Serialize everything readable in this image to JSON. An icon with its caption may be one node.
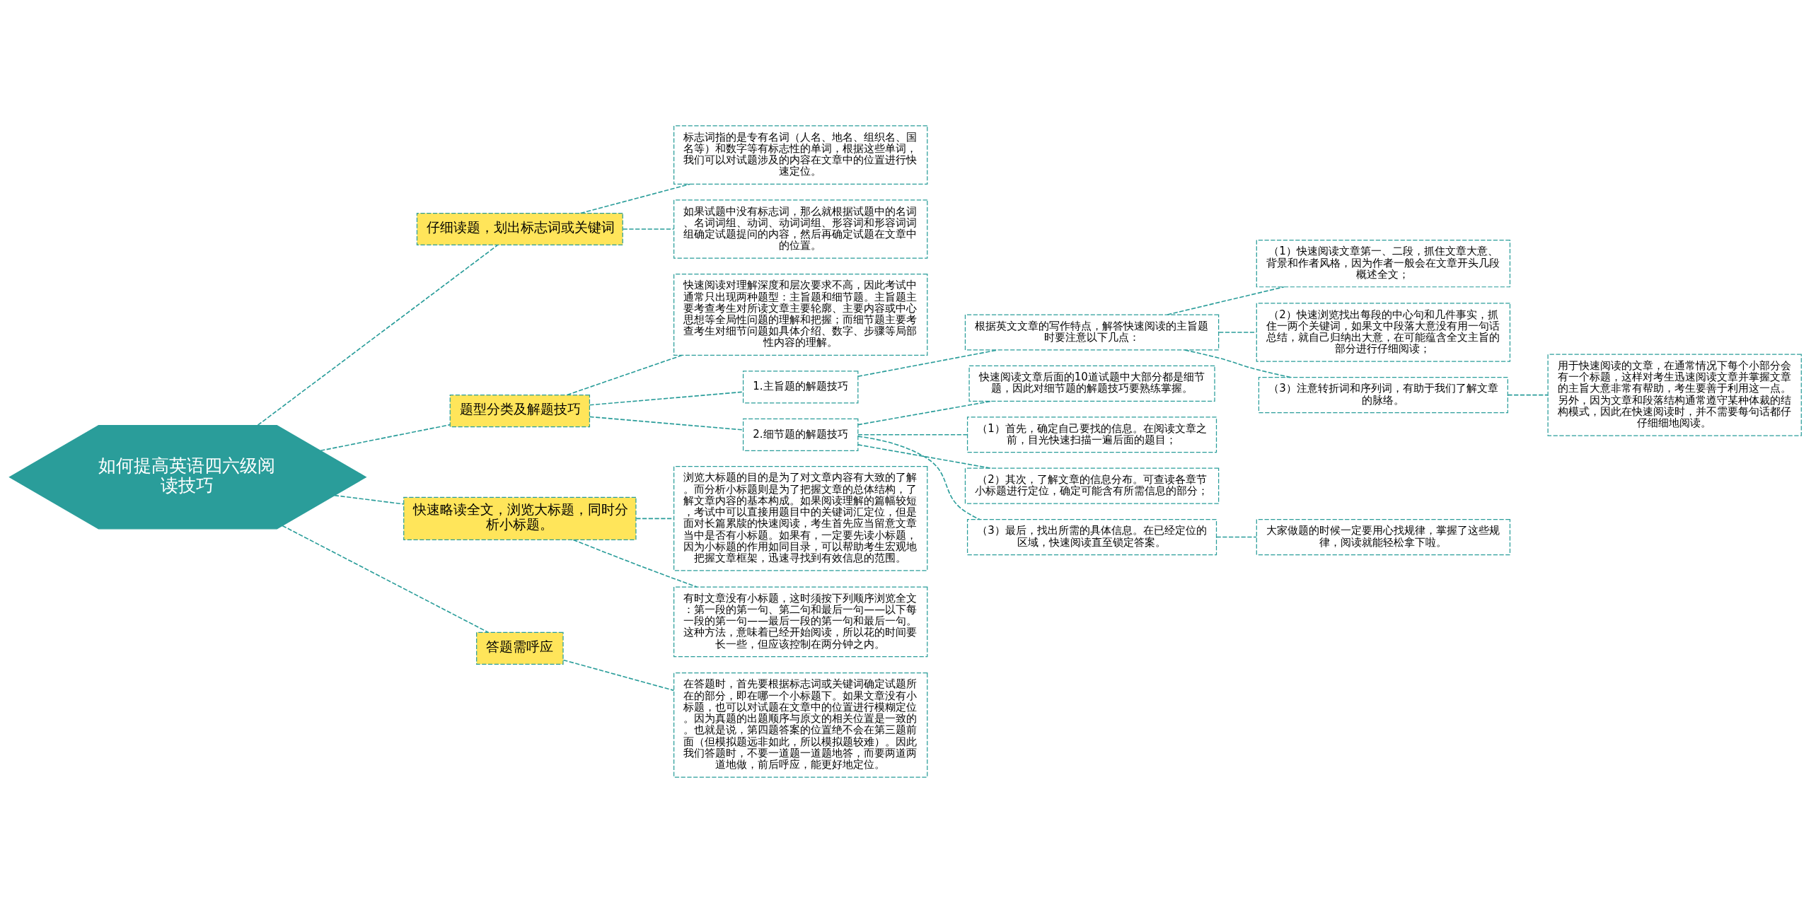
{
  "diagram": {
    "nodes": [
      {
        "text": [
          "如何提高英语四六级阅读技巧"
        ]
      },
      {
        "text": [
          "仔细读题，划出标志词或关键词"
        ]
      },
      {
        "text": [
          "标志词指的是专有名词（人名、地名、组织名、国名等）和数字等有标志性的单词，根据这些单词，我们可以对试题涉及的内容在文章中的位置进行快速定位。"
        ]
      },
      {
        "text": [
          "如果试题中没有标志词，那么就根据试题中的名词、名词词组、动词、动词词组、形容词和形容词词组确定试题提问的内容，然后再确定试题在文章中的位置。"
        ]
      },
      {
        "text": [
          "题型分类及解题技巧"
        ]
      },
      {
        "text": [
          "快速阅读对理解深度和层次要求不高，因此考试中通常只出现两种题型：主旨题和细节题。主旨题主要考查考生对所读文章主要轮廓、主要内容或中心思想等全局性问题的理解和把握；而细节题主要考查考生对细节问题如具体介绍、数字、步骤等局部性内容的理解。"
        ]
      },
      {
        "text": [
          "1.主旨题的解题技巧"
        ]
      },
      {
        "text": [
          "根据英文文章的写作特点，解答快速阅读的主旨题时要注意以下几点："
        ]
      },
      {
        "text": [
          "（1）快速阅读文章第一、二段，抓住文章大意、背景和作者风格，因为作者一般会在文章开头几段概述全文；"
        ]
      },
      {
        "text": [
          "（2）快速浏览找出每段的中心句和几件事实，抓住一两个关键词，如果文中段落大意没有用一句话总结，就自己归纳出大意，在可能蕴含全文主旨的部分进行仔细阅读；"
        ]
      },
      {
        "text": [
          "（3）注意转折词和序列词，有助于我们了解文章的脉络。"
        ]
      },
      {
        "text": [
          "用于快速阅读的文章，在通常情况下每个小部分会有一个标题，这样对考生迅速阅读文章并掌握文章的主旨大意非常有帮助，考生要善于利用这一点。另外，因为文章和段落结构通常遵守某种体裁的结构模式，因此在快速阅读时，并不需要每句话都仔仔细细地阅读。"
        ]
      },
      {
        "text": [
          "2.细节题的解题技巧"
        ]
      },
      {
        "text": [
          "快速阅读文章后面的10道试题中大部分都是细节题，因此对细节题的解题技巧要熟练掌握。"
        ]
      },
      {
        "text": [
          "（1）首先，确定自己要找的信息。在阅读文章之前，目光快速扫描一遍后面的题目；"
        ]
      },
      {
        "text": [
          "（2）其次，了解文章的信息分布。可查读各章节小标题进行定位，确定可能含有所需信息的部分；"
        ]
      },
      {
        "text": [
          "（3）最后，找出所需的具体信息。在已经定位的区域，快速阅读直至锁定答案。"
        ]
      },
      {
        "text": [
          "大家做题的时候一定要用心找规律，掌握了这些规律，阅读就能轻松拿下啦。"
        ]
      },
      {
        "text": [
          "快速略读全文，浏览大标题，同时分析小标题。"
        ]
      },
      {
        "text": [
          "浏览大标题的目的是为了对文章内容有大致的了解。而分析小标题则是为了把握文章的总体结构，了解文章内容的基本构成。如果阅读理解的篇幅较短，考试中可以直接用题目中的关键词汇定位，但是面对长篇累牍的快速阅读，考生首先应当留意文章当中是否有小标题。如果有，一定要先读小标题，因为小标题的作用如同目录，可以帮助考生宏观地把握文章框架，迅速寻找到有效信息的范围。"
        ]
      },
      {
        "text": [
          "有时文章没有小标题，这时须按下列顺序浏览全文：第一段的第一句、第二句和最后一句——以下每一段的第一句——最后一段的第一句和最后一句。这种方法，意味着已经开始阅读，所以花的时间要长一些，但应该控制在两分钟之内。"
        ]
      },
      {
        "text": [
          "答题需呼应"
        ]
      },
      {
        "text": [
          "在答题时，首先要根据标志词或关键词确定试题所在的部分，即在哪一个小标题下。如果文章没有小标题，也可以对试题在文章中的位置进行模糊定位。因为真题的出题顺序与原文的相关位置是一致的。也就是说，第四题答案的位置绝不会在第三题前面（但模拟题远非如此，所以模拟题较难）。因此我们答题时，不要一道题一道题地答，而要两道两道地做，前后呼应，能更好地定位。"
        ]
      }
    ],
    "edges": [
      {
        "from": 0,
        "to": 1,
        "arrow": "none"
      },
      {
        "from": 1,
        "to": 2,
        "arrow": "none"
      },
      {
        "from": 1,
        "to": 3,
        "arrow": "none"
      },
      {
        "from": 0,
        "to": 4,
        "arrow": "none"
      },
      {
        "from": 4,
        "to": 5,
        "arrow": "none"
      },
      {
        "from": 4,
        "to": 6,
        "arrow": "none"
      },
      {
        "from": 6,
        "to": 7,
        "arrow": "none"
      },
      {
        "from": 7,
        "to": 8,
        "arrow": "none"
      },
      {
        "from": 7,
        "to": 9,
        "arrow": "none"
      },
      {
        "from": 7,
        "to": 10,
        "arrow": "none"
      },
      {
        "from": 10,
        "to": 11,
        "arrow": "none"
      },
      {
        "from": 4,
        "to": 12,
        "arrow": "none"
      },
      {
        "from": 12,
        "to": 13,
        "arrow": "none"
      },
      {
        "from": 12,
        "to": 14,
        "arrow": "none"
      },
      {
        "from": 12,
        "to": 15,
        "arrow": "none"
      },
      {
        "from": 12,
        "to": 16,
        "arrow": "none"
      },
      {
        "from": 16,
        "to": 17,
        "arrow": "none"
      },
      {
        "from": 0,
        "to": 18,
        "arrow": "none"
      },
      {
        "from": 18,
        "to": 19,
        "arrow": "none"
      },
      {
        "from": 18,
        "to": 20,
        "arrow": "none"
      },
      {
        "from": 0,
        "to": 21,
        "arrow": "none"
      },
      {
        "from": 21,
        "to": 22,
        "arrow": "none"
      }
    ]
  }
}
